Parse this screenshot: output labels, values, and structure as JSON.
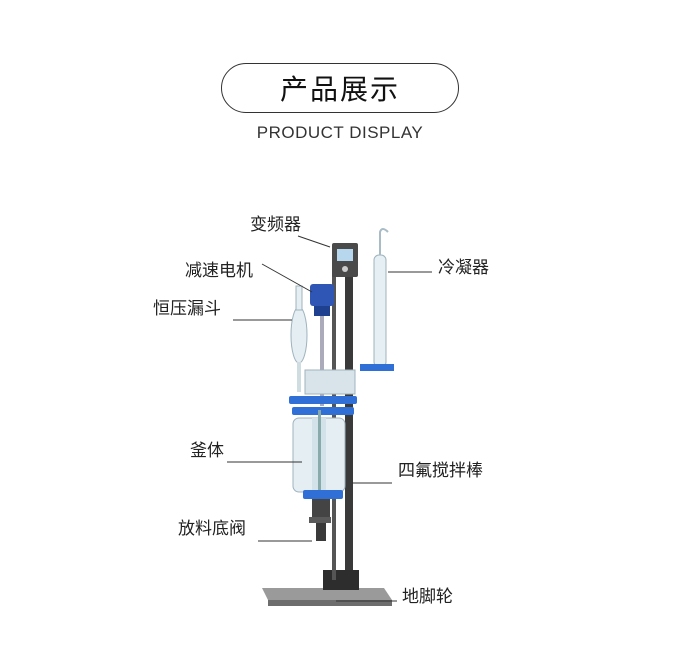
{
  "header": {
    "title": "产品展示",
    "subtitle": "PRODUCT DISPLAY"
  },
  "labels": {
    "inverter": "变频器",
    "motor": "减速电机",
    "funnel": "恒压漏斗",
    "condenser": "冷凝器",
    "vessel": "釜体",
    "stirrer": "四氟搅拌棒",
    "valve": "放料底阀",
    "base": "地脚轮"
  },
  "colors": {
    "flange_blue": "#2f6fd6",
    "glass": "#dfe9ee",
    "frame": "#3a3a3a"
  }
}
